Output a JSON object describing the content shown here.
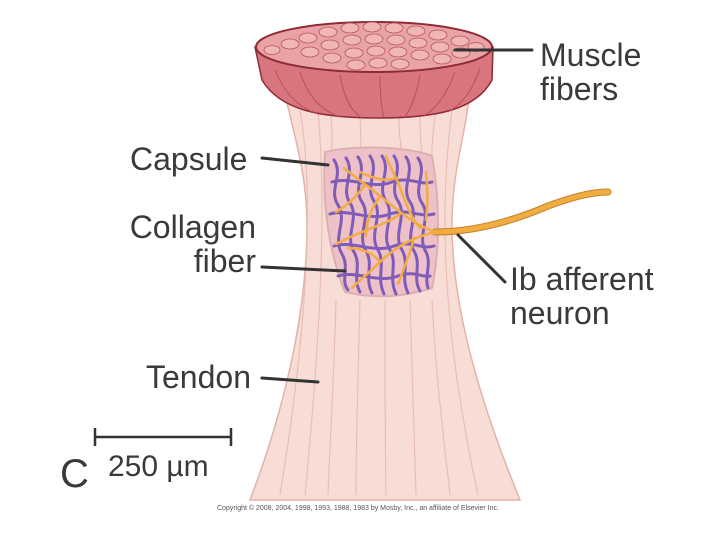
{
  "labels": {
    "muscle_fibers": [
      "Muscle",
      "fibers"
    ],
    "capsule": "Capsule",
    "collagen_fiber": [
      "Collagen",
      "fiber"
    ],
    "ib_afferent_neuron": [
      "Ib afferent",
      "neuron"
    ],
    "tendon": "Tendon",
    "panel_letter": "C",
    "scale_bar": "250 µm"
  },
  "copyright": "Copyright © 2008, 2004, 1998, 1993, 1988, 1983 by Mosby, Inc., an affiliate of Elsevier Inc.",
  "colors": {
    "muscle": "#d9757e",
    "muscle_dark": "#8e2b36",
    "tendon": "#f7ddd6",
    "tendon_line": "#e5b8ae",
    "collagen": "#7f5cb8",
    "neuron": "#f2ad42",
    "leader": "#333333"
  }
}
